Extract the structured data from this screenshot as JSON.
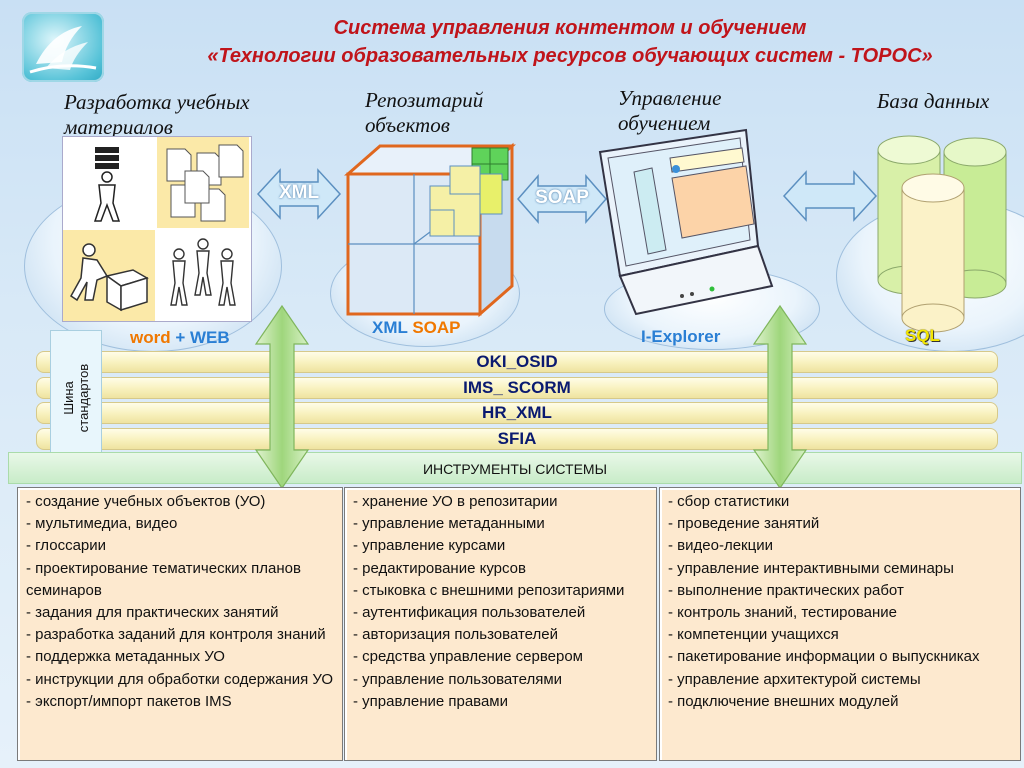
{
  "title": {
    "line1": "Система управления контентом и обучением",
    "line2": "«Технологии образовательных ресурсов обучающих систем - ТОРОС»"
  },
  "columns": {
    "dev": "Разработка учебных материалов",
    "repo": "Репозитарий объектов",
    "manage": "Управление обучением",
    "db": "База данных"
  },
  "connectors": {
    "xml": "XML",
    "soap": "SOAP"
  },
  "tech_labels": {
    "word": "word",
    "plus": " + ",
    "web": "WEB",
    "xml": "XML",
    "soap": "SOAP",
    "explorer": "I-Explorer",
    "sql": "SQL"
  },
  "colors": {
    "title": "#c0141a",
    "band_text": "#0a1a70",
    "tech_blue": "#2a7fd4",
    "tech_orange": "#f07800",
    "sql_yellow": "#f3e600"
  },
  "bus_label": [
    "Шина",
    "стандартов"
  ],
  "standards": [
    "OKI_OSID",
    "IMS_ SCORM",
    "HR_XML",
    "SFIA"
  ],
  "tools_label": "ИНСТРУМЕНТЫ СИСТЕМЫ",
  "lists": {
    "left": [
      "- создание учебных объектов (УО)",
      "- мультимедиа, видео",
      "- глоссарии",
      "- проектирование тематических планов семинаров",
      "- задания для практических занятий",
      "- разработка заданий для контроля знаний",
      "- поддержка метаданных УО",
      "- инструкции для обработки содержания УО",
      "- экспорт/импорт пакетов IMS"
    ],
    "middle": [
      "- хранение УО в репозитарии",
      "- управление метаданными",
      "- управление курсами",
      "- редактирование курсов",
      "- стыковка с внешними репозитариями",
      "- аутентификация пользователей",
      "- авторизация пользователей",
      "- средства управление сервером",
      "- управление пользователями",
      "- управление правами"
    ],
    "right": [
      "- сбор статистики",
      "- проведение занятий",
      "- видео-лекции",
      "- управление интерактивными семинары",
      "- выполнение практических работ",
      "- контроль знаний, тестирование",
      "- компетенции учащихся",
      "- пакетирование информации о выпускниках",
      "- управление архитектурой системы",
      "- подключение внешних модулей"
    ]
  },
  "icons": [
    "logo-icon",
    "person-carrying-books-icon",
    "documents-stack-icon",
    "person-with-box-icon",
    "people-group-icon",
    "cube-repository-icon",
    "monitor-screen-icon",
    "database-cylinders-icon",
    "double-arrow-icon"
  ]
}
